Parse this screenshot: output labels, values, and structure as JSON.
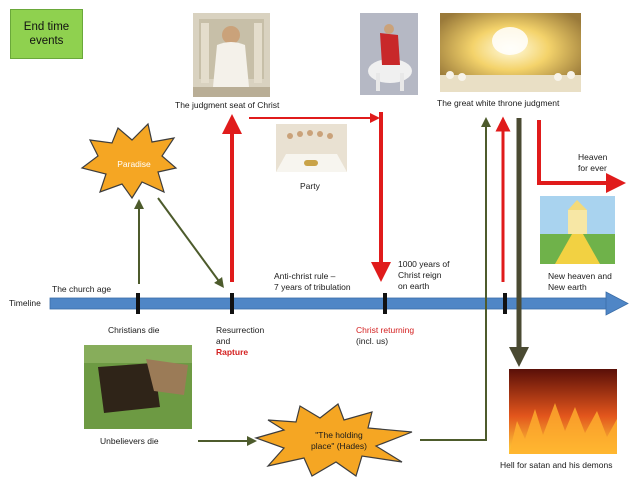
{
  "title": {
    "line1": "End time",
    "line2": "events"
  },
  "labels": {
    "judgment_seat": "The judgment seat of Christ",
    "white_throne": "The great white throne judgment",
    "paradise": "Paradise",
    "party": "Party",
    "heaven_line1": "Heaven",
    "heaven_line2": "for ever",
    "church_age": "The church age",
    "antichrist_line1": "Anti-christ rule –",
    "antichrist_line2": "7 years of tribulation",
    "millennium_line1": "1000 years of",
    "millennium_line2": "Christ reign",
    "millennium_line3": "on earth",
    "new_heaven_line1": "New heaven and",
    "new_heaven_line2": "New earth",
    "timeline": "Timeline",
    "christians_die": "Christians die",
    "resurrection_line1": "Resurrection",
    "resurrection_line2": "and",
    "rapture": "Rapture",
    "christ_returning": "Christ returning",
    "incl_us": "(incl. us)",
    "unbelievers_die": "Unbelievers die",
    "holding_line1": "\"The holding",
    "holding_line2": "place\" (Hades)",
    "hell": "Hell for satan and his demons"
  },
  "colors": {
    "title_bg": "#8fd14f",
    "timeline": "#4f86c6",
    "red_arrow": "#e01b1b",
    "green_arrow": "#4d5b2c",
    "dark_arrow": "#4a4a32",
    "star_fill": "#f5a623",
    "star_stroke": "#3d3d3d",
    "red_text": "#d42020"
  }
}
